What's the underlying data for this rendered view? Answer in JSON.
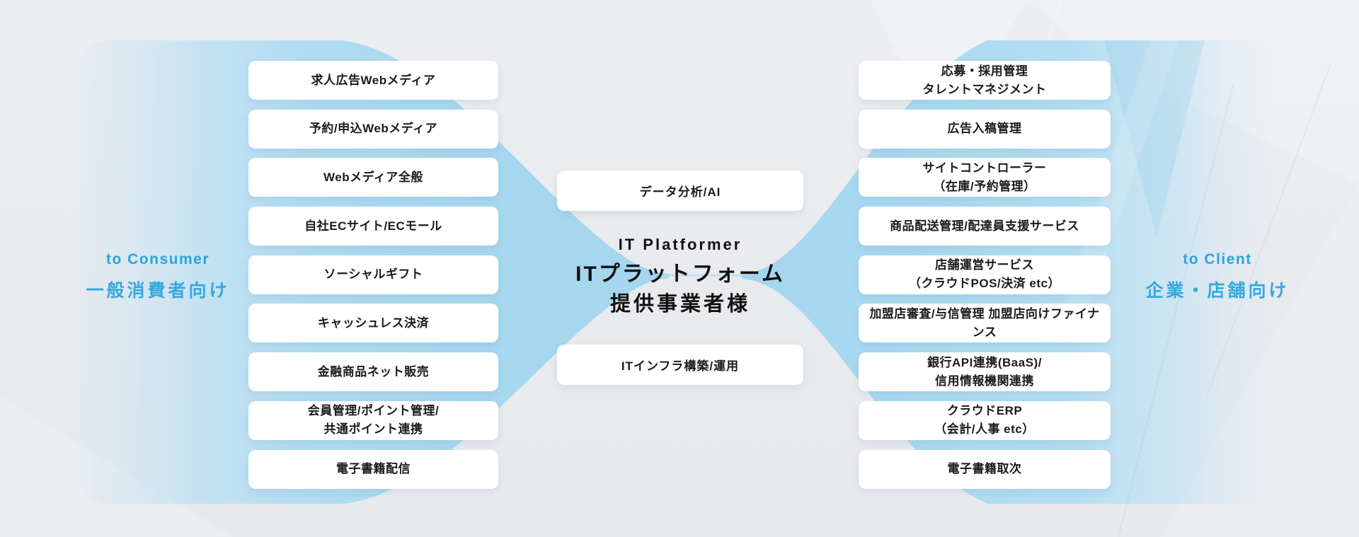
{
  "diagram_title": "IT Platformer ecosystem flow diagram",
  "consumer": {
    "label_en": "to Consumer",
    "label_jp": "一般消費者向け",
    "services": [
      "求人広告Webメディア",
      "予約/申込Webメディア",
      "Webメディア全般",
      "自社ECサイト/ECモール",
      "ソーシャルギフト",
      "キャッシュレス決済",
      "金融商品ネット販売",
      "会員管理/ポイント管理/\n共通ポイント連携",
      "電子書籍配信"
    ]
  },
  "client": {
    "label_en": "to Client",
    "label_jp": "企業・店舗向け",
    "services": [
      "応募・採用管理\nタレントマネジメント",
      "広告入稿管理",
      "サイトコントローラー\n（在庫/予約管理）",
      "商品配送管理/配達員支援サービス",
      "店舗運営サービス\n（クラウドPOS/決済 etc）",
      "加盟店審査/与信管理 加盟店向けファイナンス",
      "銀行API連携(BaaS)/\n信用情報機関連携",
      "クラウドERP\n（会計/人事 etc）",
      "電子書籍取次"
    ]
  },
  "center": {
    "top_box": "データ分析/AI",
    "label_en": "IT Platformer",
    "label_jp_line1": "ITプラットフォーム",
    "label_jp_line2": "提供事業者様",
    "bottom_box": "ITインフラ構築/運用"
  },
  "colors": {
    "accent_blue_text": "#2ba4da",
    "flow_blue": "#a5d7ef",
    "background": "#e9eaed",
    "box_background": "#ffffff",
    "box_text": "#1b1b1b"
  }
}
